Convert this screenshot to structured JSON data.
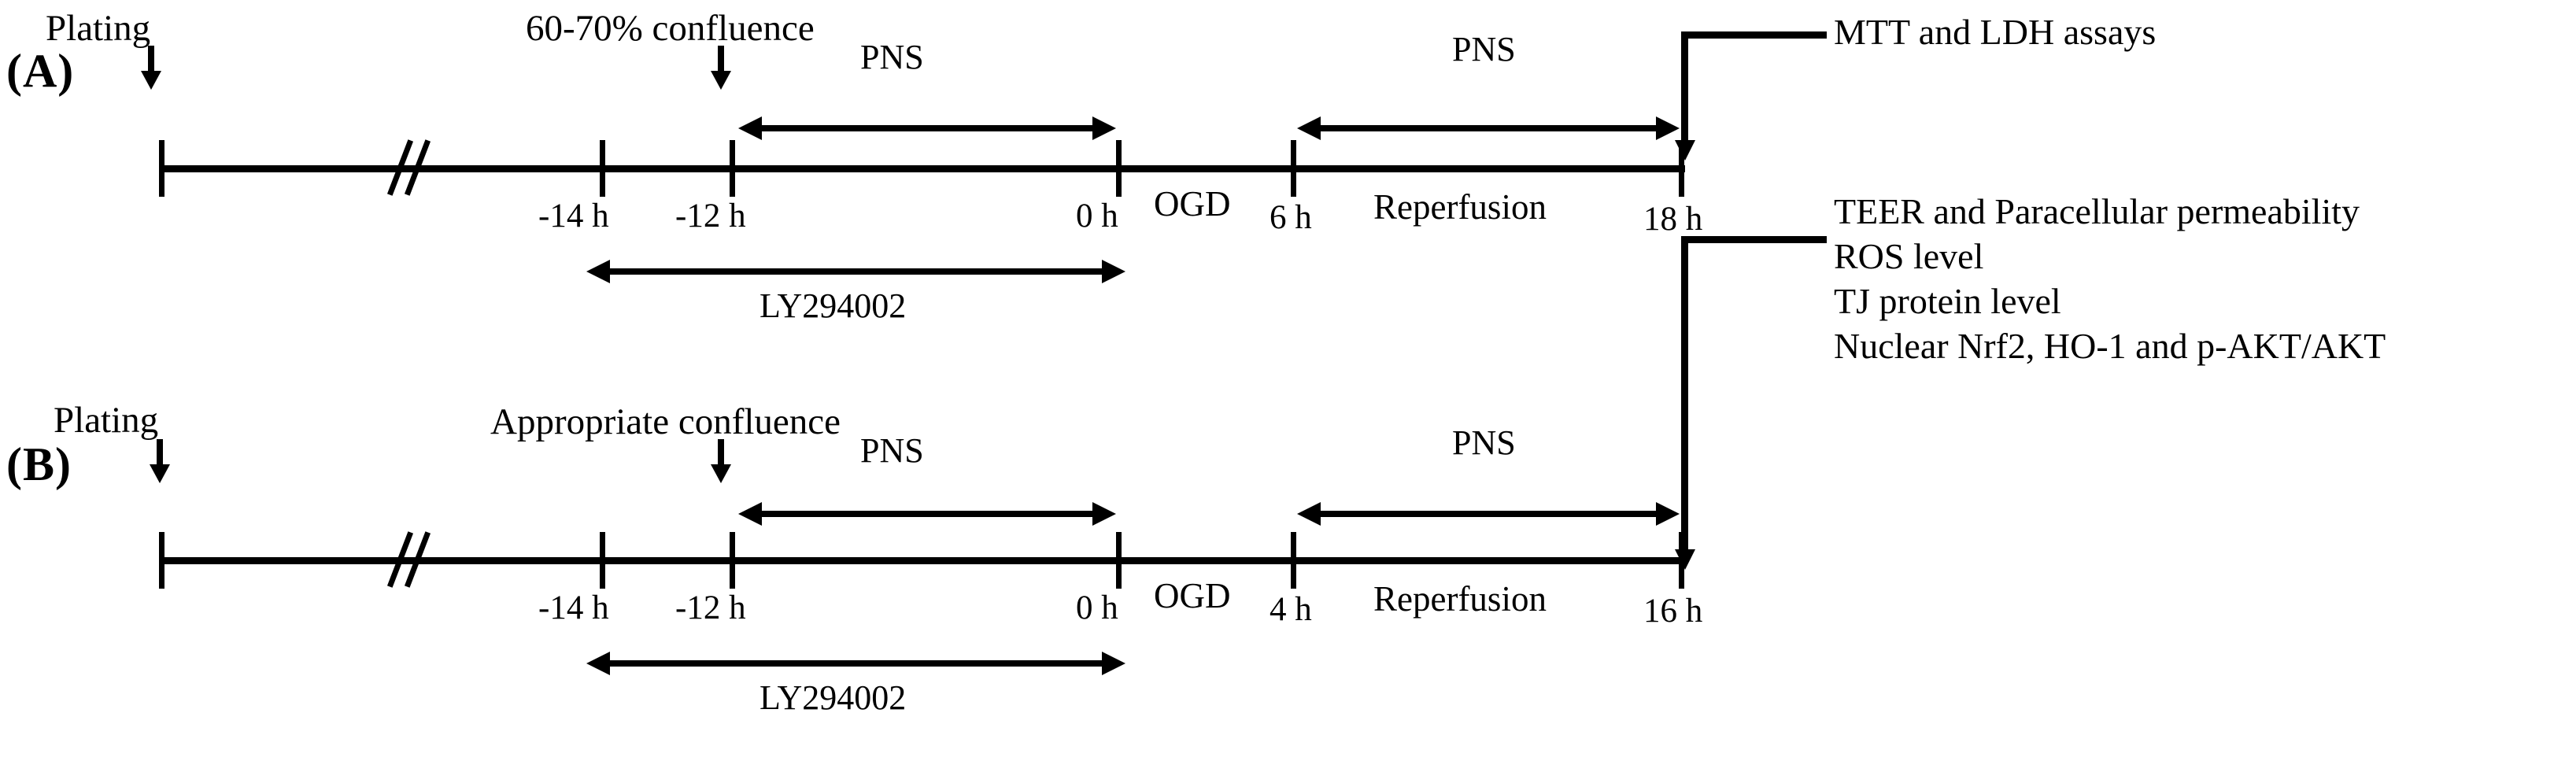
{
  "figure": {
    "type": "experimental-timeline-diagram",
    "panels": [
      {
        "id": "A",
        "letter": "(A)",
        "plating_label": "Plating",
        "confluence_label": "60-70% confluence",
        "treatment_pre_label": "PNS",
        "treatment_post_label": "PNS",
        "inhibitor_label": "LY294002",
        "phase_ogd": "OGD",
        "phase_reperfusion": "Reperfusion",
        "ticks": [
          {
            "id": "plating",
            "label": ""
          },
          {
            "id": "t-14",
            "label": "-14 h"
          },
          {
            "id": "t-12",
            "label": "-12 h"
          },
          {
            "id": "t0",
            "label": "0 h"
          },
          {
            "id": "t6",
            "label": "6 h"
          },
          {
            "id": "t18",
            "label": "18 h"
          }
        ],
        "readouts": [
          "MTT and LDH assays"
        ]
      },
      {
        "id": "B",
        "letter": "(B)",
        "plating_label": "Plating",
        "confluence_label": "Appropriate confluence",
        "treatment_pre_label": "PNS",
        "treatment_post_label": "PNS",
        "inhibitor_label": "LY294002",
        "phase_ogd": "OGD",
        "phase_reperfusion": "Reperfusion",
        "ticks": [
          {
            "id": "plating",
            "label": ""
          },
          {
            "id": "t-14",
            "label": "-14 h"
          },
          {
            "id": "t-12",
            "label": "-12 h"
          },
          {
            "id": "t0",
            "label": "0 h"
          },
          {
            "id": "t4",
            "label": "4 h"
          },
          {
            "id": "t16",
            "label": "16 h"
          }
        ],
        "readouts": [
          "TEER and Paracellular permeability",
          "ROS level",
          "TJ protein level",
          "Nuclear Nrf2, HO-1 and p-AKT/AKT"
        ]
      }
    ],
    "colors": {
      "ink": "#000000",
      "background": "#ffffff"
    }
  }
}
